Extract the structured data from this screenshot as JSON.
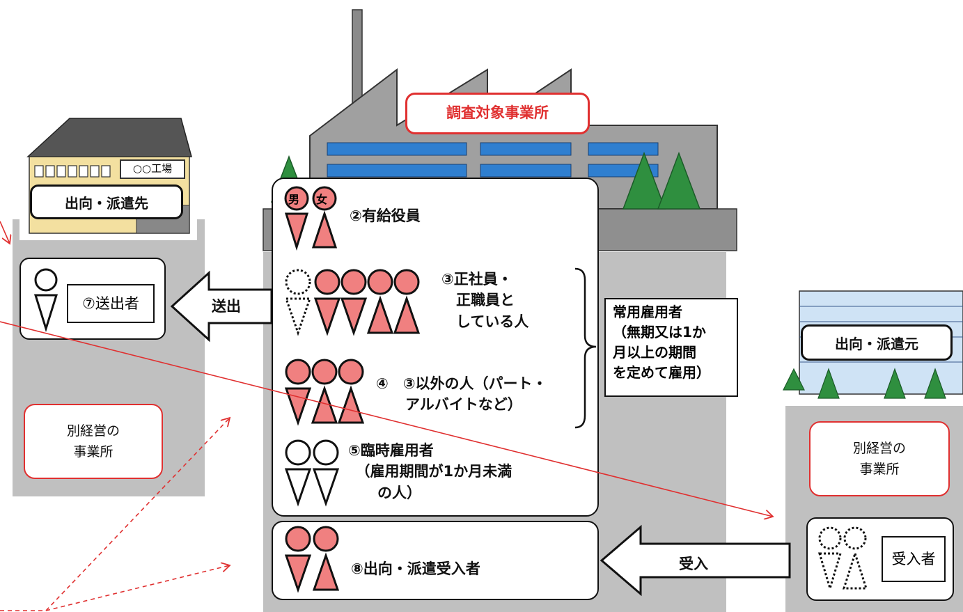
{
  "survey_site": {
    "sign": "調査対象事業所"
  },
  "dest": {
    "sign": "出向・派遣先",
    "factory_plate": "○○工場",
    "sender_label": "⑦送出者",
    "separate_office": "別経営の\n事業所"
  },
  "source": {
    "sign": "出向・派遣元",
    "receiver_label": "受入者",
    "separate_office": "別経営の\n事業所"
  },
  "arrows": {
    "send": "送出",
    "receive": "受入"
  },
  "categories": {
    "officer": {
      "label": "②有給役員",
      "male_glyph": "男",
      "female_glyph": "女"
    },
    "regular_staff": {
      "label": "③正社員・\n　正職員と\n　している人"
    },
    "other": {
      "label": "④　③以外の人（パート・\n　　アルバイトなど）"
    },
    "temporary": {
      "label": "⑤臨時雇用者\n　（雇用期間が1か月未満\n　　の人）"
    },
    "received": {
      "label": "⑧出向・派遣受入者"
    }
  },
  "regular_employee_note": "常用雇用者\n（無期又は1か\n月以上の期間\nを定めて雇用）",
  "colors": {
    "pink": "#f08080",
    "red": "#e03030",
    "gray": "#c0c0c0",
    "factory": "#9a9a9a",
    "tree": "#2f8f3f"
  }
}
